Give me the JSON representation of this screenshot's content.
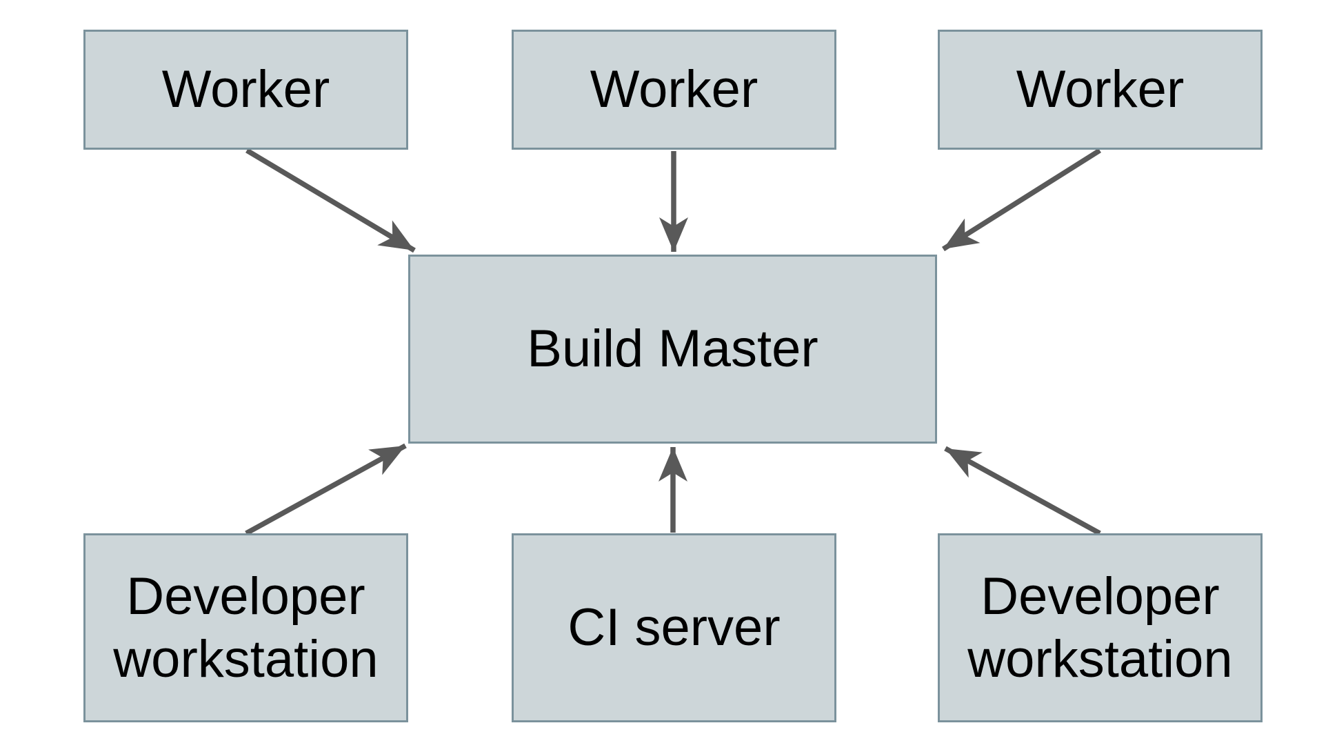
{
  "diagram": {
    "type": "architecture-diagram",
    "nodes": [
      {
        "id": "worker-1",
        "label": "Worker"
      },
      {
        "id": "worker-2",
        "label": "Worker"
      },
      {
        "id": "worker-3",
        "label": "Worker"
      },
      {
        "id": "build-master",
        "label": "Build Master"
      },
      {
        "id": "developer-workstation-1",
        "label": "Developer workstation"
      },
      {
        "id": "ci-server",
        "label": "CI server"
      },
      {
        "id": "developer-workstation-2",
        "label": "Developer workstation"
      }
    ],
    "edges": [
      {
        "from": "worker-1",
        "to": "build-master"
      },
      {
        "from": "worker-2",
        "to": "build-master"
      },
      {
        "from": "worker-3",
        "to": "build-master"
      },
      {
        "from": "developer-workstation-1",
        "to": "build-master"
      },
      {
        "from": "ci-server",
        "to": "build-master"
      },
      {
        "from": "developer-workstation-2",
        "to": "build-master"
      }
    ],
    "colors": {
      "node_fill": "#cdd6d9",
      "node_border": "#7b929c",
      "arrow": "#595959",
      "text": "#000000",
      "background": "#ffffff"
    }
  }
}
